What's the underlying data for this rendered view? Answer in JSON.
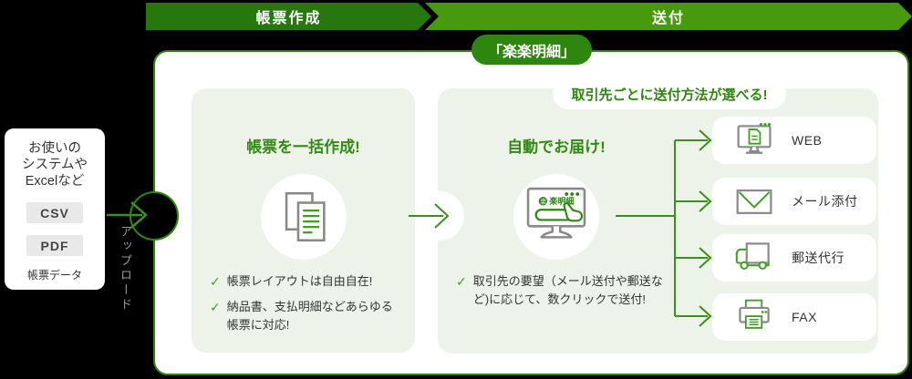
{
  "banners": [
    {
      "label": "帳票作成"
    },
    {
      "label": "送付"
    }
  ],
  "product_badge": "「楽楽明細」",
  "input_source": {
    "line1": "お使いの",
    "line2": "システムや",
    "line3": "Excelなど",
    "formats": [
      "CSV",
      "PDF"
    ],
    "caption": "帳票データ",
    "upload_label": "アップロード"
  },
  "create_step": {
    "title": "帳票を一括作成!",
    "checklist": [
      "帳票レイアウトは自由自在!",
      "納品書、支払明細などあらゆる帳票に対応!"
    ]
  },
  "deliver_step": {
    "title": "自動でお届け!",
    "monitor_logo": "楽明細",
    "checklist": [
      "取引先の要望（メール送付や郵送など)に応じて、数クリックで送付!"
    ]
  },
  "send_methods": {
    "title": "取引先ごとに送付方法が選べる!",
    "items": [
      {
        "label": "WEB",
        "icon": "web-monitor-icon"
      },
      {
        "label": "メール添付",
        "icon": "mail-attach-icon"
      },
      {
        "label": "郵送代行",
        "icon": "postal-truck-icon"
      },
      {
        "label": "FAX",
        "icon": "fax-icon"
      }
    ]
  },
  "icons": {
    "check": "✓"
  },
  "colors": {
    "banner_dark_green": "#26780e",
    "banner_green": "#479a0e",
    "brand_green": "#2e860f",
    "accent_green": "#3f9f22",
    "line_green": "#3a8f1d",
    "panel_bg": "#eef3e9",
    "text_dark": "#333333",
    "icon_gray": "#898989",
    "format_badge_bg": "#e9e9e9"
  }
}
